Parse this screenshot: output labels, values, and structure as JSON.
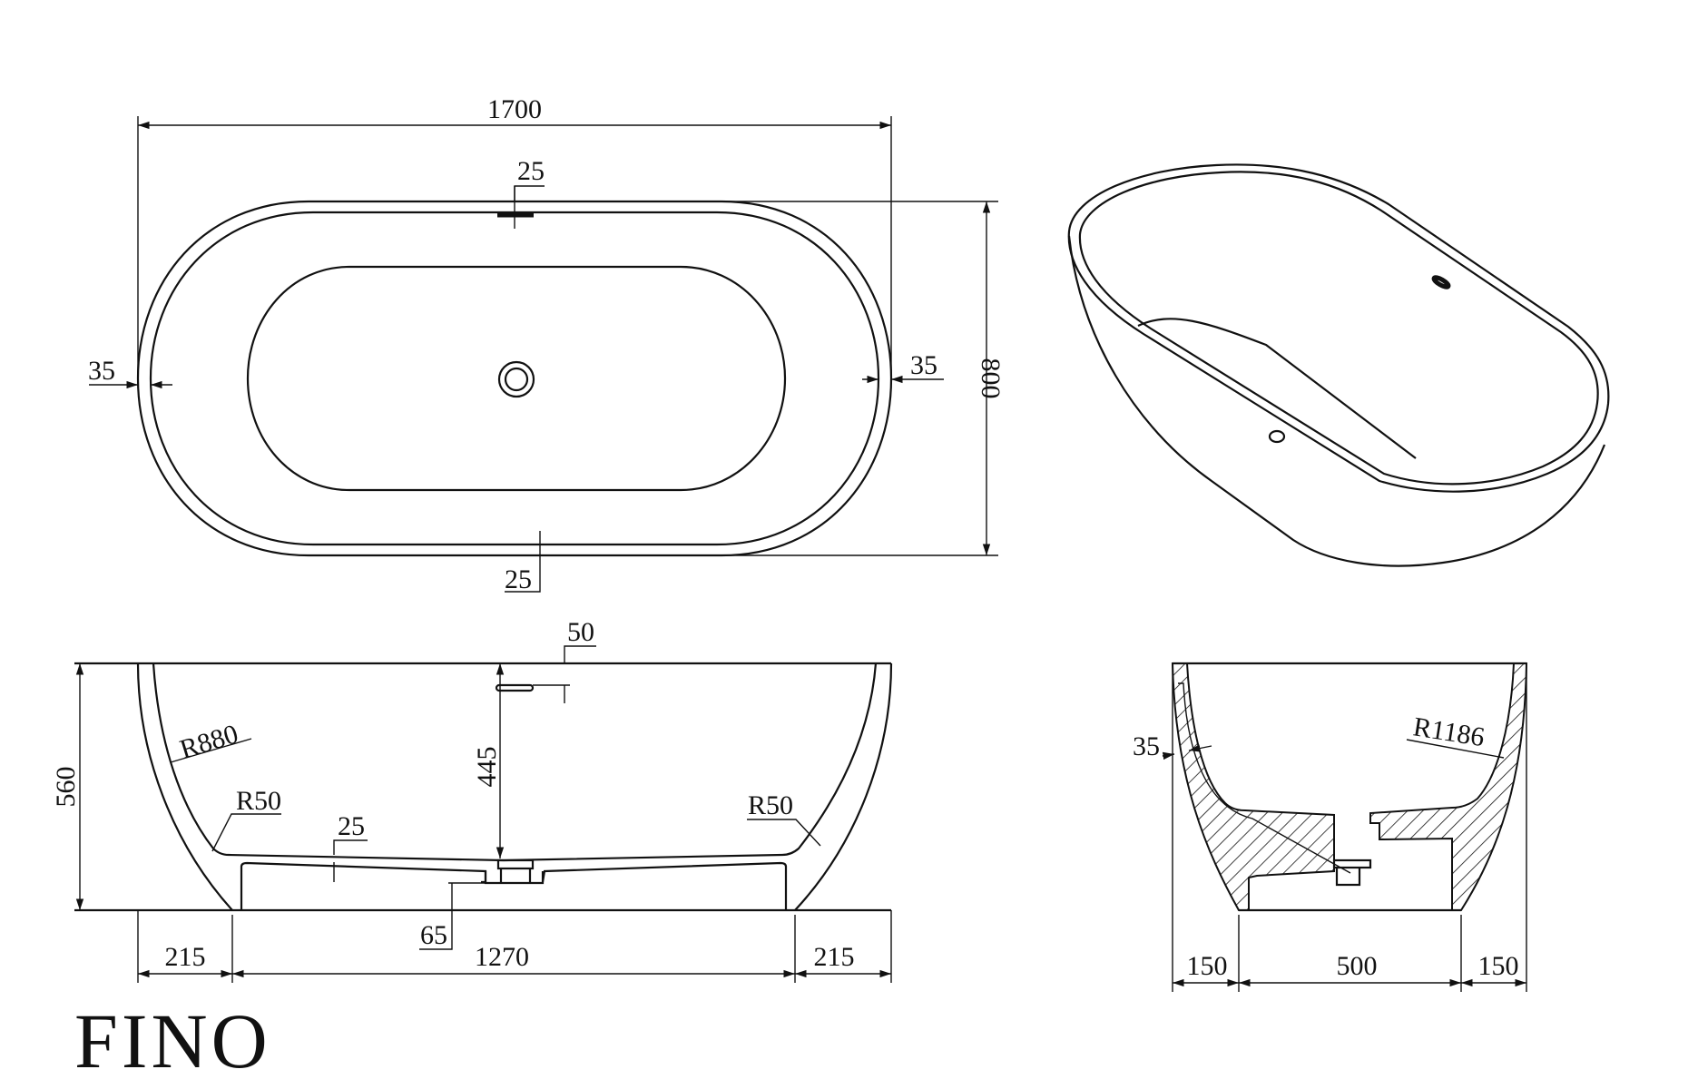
{
  "brand": {
    "name": "FINO"
  },
  "views": {
    "plan": {
      "overall_length": "1700",
      "overall_width": "800",
      "rim_left": "35",
      "rim_right": "35",
      "overflow_offset_top": "25",
      "rim_offset_bottom": "25"
    },
    "side_elevation": {
      "height": "560",
      "overflow_height": "445",
      "overflow_offset": "50",
      "wall_radius": "R880",
      "corner_radius_left": "R50",
      "corner_radius_right": "R50",
      "floor_thickness": "25",
      "drain_height": "65",
      "base_left": "215",
      "base_center": "1270",
      "base_right": "215"
    },
    "end_section": {
      "wall_thickness": "35",
      "wall_radius": "R1186",
      "base_left": "150",
      "base_center": "500",
      "base_right": "150"
    },
    "isometric": {
      "label": ""
    }
  },
  "colors": {
    "line": "#111111",
    "background": "#ffffff"
  }
}
